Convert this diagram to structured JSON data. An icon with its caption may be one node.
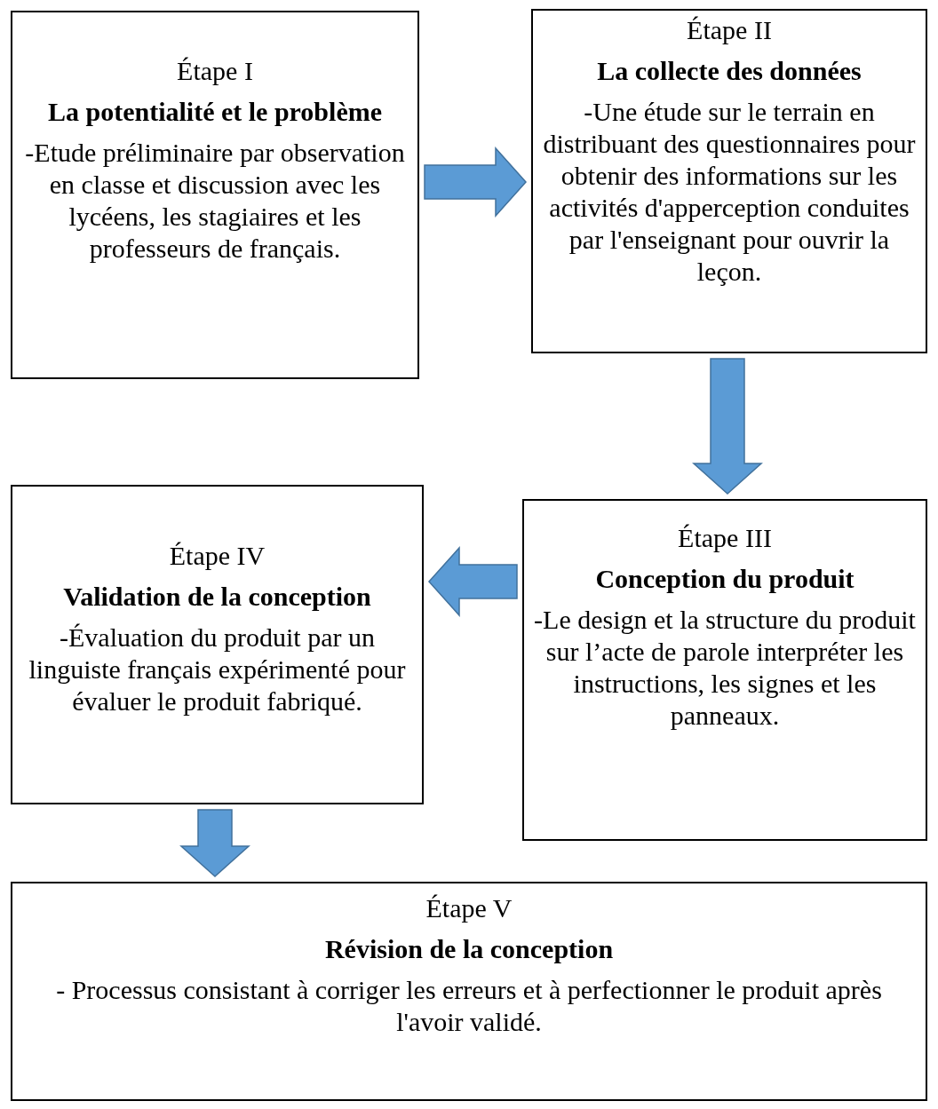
{
  "diagram": {
    "nodes": [
      {
        "text": [
          "Étape I",
          "La potentialité et le problème",
          "-Etude préliminaire par observation en classe et discussion avec les lycéens, les stagiaires et les professeurs de français."
        ]
      },
      {
        "text": [
          "Étape II",
          "La collecte des données",
          "-Une étude sur le terrain en distribuant des questionnaires pour obtenir des informations sur les activités d'apperception conduites par l'enseignant pour ouvrir la leçon."
        ]
      },
      {
        "text": [
          "Étape III",
          "Conception du produit",
          "-Le design et la structure du produit sur l’acte de parole interpréter les instructions, les signes et les panneaux."
        ]
      },
      {
        "text": [
          "Étape IV",
          "Validation de la conception",
          "-Évaluation du produit par un linguiste français expérimenté pour évaluer le produit fabriqué."
        ]
      },
      {
        "text": [
          "Étape V",
          "Révision de la conception",
          "- Processus consistant à corriger les erreurs et à perfectionner le produit après l'avoir validé."
        ]
      }
    ],
    "edges": [
      {
        "from": 0,
        "to": 1,
        "arrow": "to"
      },
      {
        "from": 1,
        "to": 2,
        "arrow": "to"
      },
      {
        "from": 2,
        "to": 3,
        "arrow": "to"
      },
      {
        "from": 3,
        "to": 4,
        "arrow": "to"
      }
    ]
  }
}
